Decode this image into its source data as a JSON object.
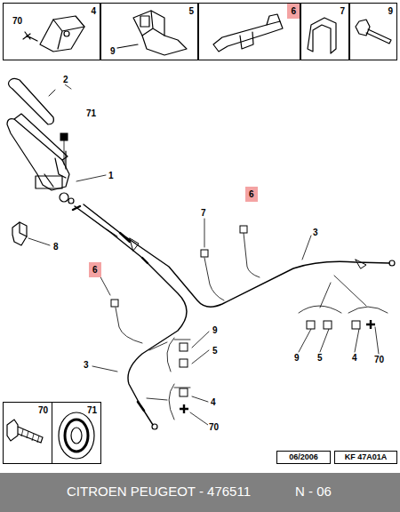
{
  "diagram": {
    "nodes": [
      {
        "text": [
          "4",
          "70"
        ]
      },
      {
        "text": [
          "5",
          "9"
        ]
      },
      {
        "text": [
          "6"
        ]
      },
      {
        "text": [
          "7"
        ]
      },
      {
        "text": [
          "9"
        ]
      },
      {
        "text": [
          "70"
        ]
      },
      {
        "text": [
          "71"
        ]
      },
      {
        "text": [
          "06/2006"
        ]
      },
      {
        "text": [
          "KF 47A01A"
        ]
      },
      {
        "text": [
          "CITROEN PEUGEOT - 476511",
          "N - 06"
        ]
      }
    ],
    "labels": [
      "2",
      "71",
      "1",
      "8",
      "6",
      "7",
      "3",
      "6",
      "9",
      "5",
      "3",
      "4",
      "70",
      "9",
      "5",
      "4",
      "70"
    ]
  }
}
